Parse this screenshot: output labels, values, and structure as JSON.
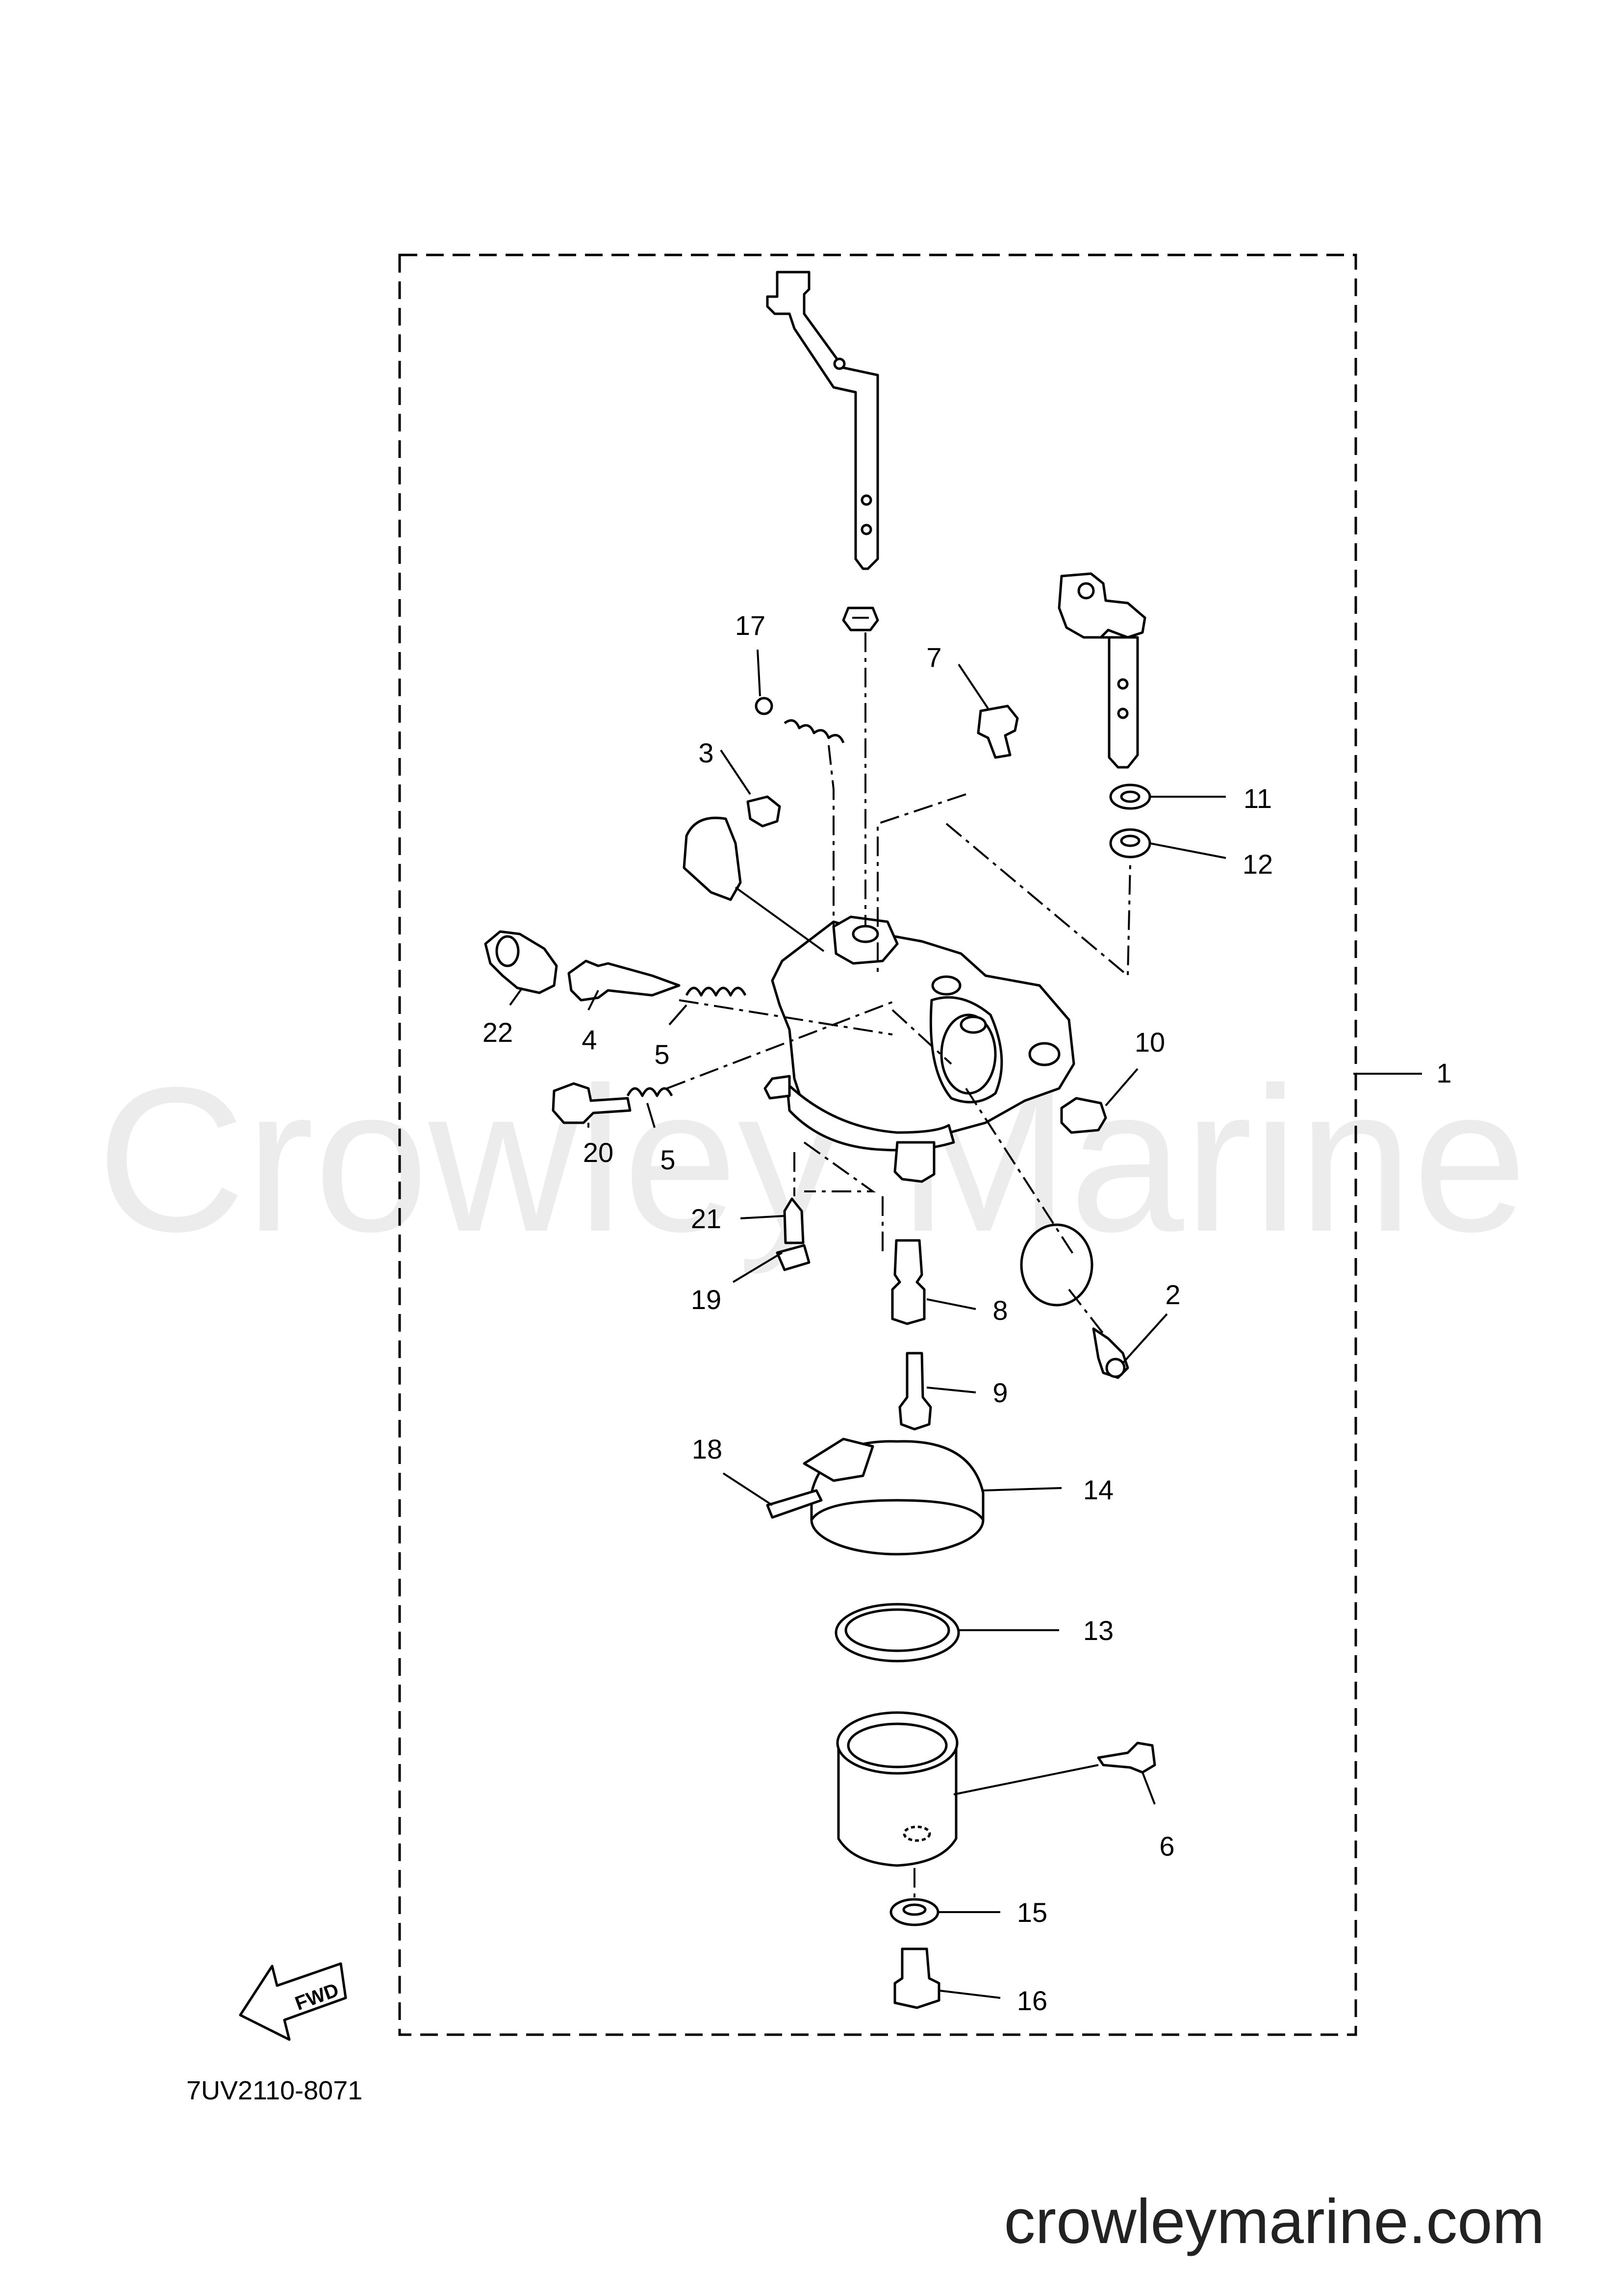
{
  "watermark": "Crowley Marine",
  "website": "crowleymarine.com",
  "diagram_code": "7UV2110-8071",
  "fwd_label": "FWD",
  "callouts": [
    {
      "id": "c1",
      "num": "1"
    },
    {
      "id": "c2",
      "num": "2"
    },
    {
      "id": "c3",
      "num": "3"
    },
    {
      "id": "c4",
      "num": "4"
    },
    {
      "id": "c5a",
      "num": "5"
    },
    {
      "id": "c5b",
      "num": "5"
    },
    {
      "id": "c6",
      "num": "6"
    },
    {
      "id": "c7",
      "num": "7"
    },
    {
      "id": "c8",
      "num": "8"
    },
    {
      "id": "c9",
      "num": "9"
    },
    {
      "id": "c10",
      "num": "10"
    },
    {
      "id": "c11",
      "num": "11"
    },
    {
      "id": "c12",
      "num": "12"
    },
    {
      "id": "c13",
      "num": "13"
    },
    {
      "id": "c14",
      "num": "14"
    },
    {
      "id": "c15",
      "num": "15"
    },
    {
      "id": "c16",
      "num": "16"
    },
    {
      "id": "c17",
      "num": "17"
    },
    {
      "id": "c18",
      "num": "18"
    },
    {
      "id": "c19",
      "num": "19"
    },
    {
      "id": "c20",
      "num": "20"
    },
    {
      "id": "c21",
      "num": "21"
    },
    {
      "id": "c22",
      "num": "22"
    }
  ]
}
